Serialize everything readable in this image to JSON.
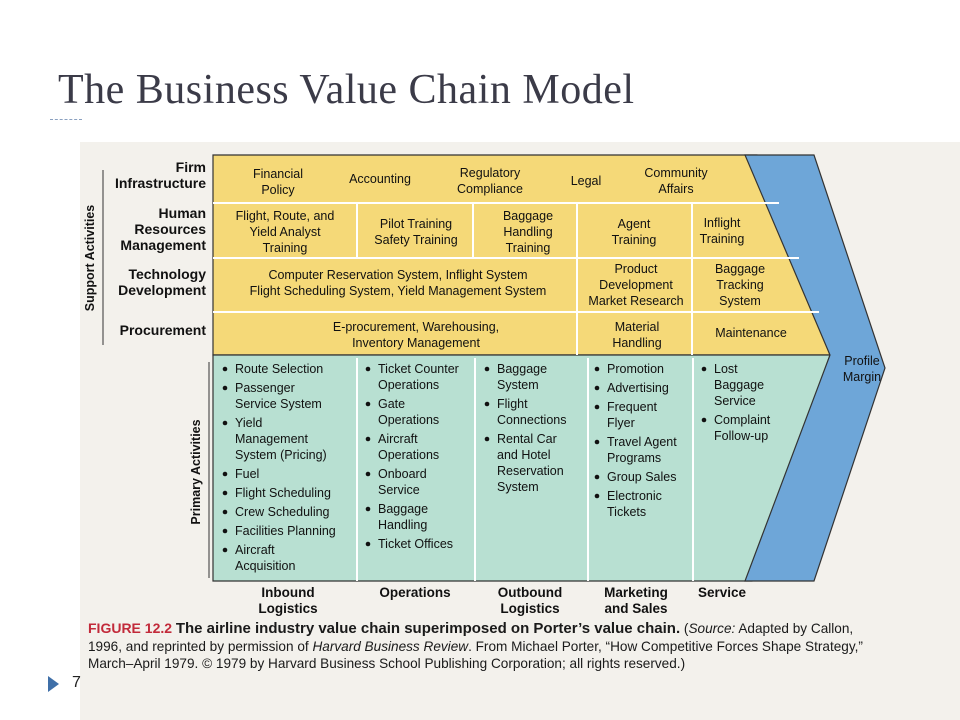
{
  "slide": {
    "title": "The Business Value Chain Model",
    "page_number": "7"
  },
  "colors": {
    "support_fill": "#f5d978",
    "primary_fill": "#b8e0d2",
    "margin_fill": "#6ea6d8",
    "caption_red": "#c22a3a"
  },
  "diagram": {
    "support_group_label": "Support Activities",
    "primary_group_label": "Primary Activities",
    "margin_label": [
      "Profile",
      "Margin"
    ],
    "support_rows": [
      {
        "label": [
          "Firm",
          "Infrastructure"
        ],
        "cells": [
          [
            "Financial",
            "Policy"
          ],
          [
            "Accounting"
          ],
          [
            "Regulatory",
            "Compliance"
          ],
          [
            "Legal"
          ],
          [
            "Community",
            "Affairs"
          ]
        ]
      },
      {
        "label": [
          "Human",
          "Resources",
          "Management"
        ],
        "cells": [
          [
            "Flight, Route, and",
            "Yield Analyst",
            "Training"
          ],
          [
            "Pilot Training",
            "Safety Training"
          ],
          [
            "Baggage",
            "Handling",
            "Training"
          ],
          [
            "Agent",
            "Training"
          ],
          [
            "Inflight",
            "Training"
          ]
        ]
      },
      {
        "label": [
          "Technology",
          "Development"
        ],
        "cells": [
          [
            "Computer Reservation System, Inflight System",
            "Flight Scheduling System, Yield Management System"
          ],
          [
            "Product",
            "Development",
            "Market Research"
          ],
          [
            "Baggage",
            "Tracking",
            "System"
          ]
        ]
      },
      {
        "label": [
          "Procurement"
        ],
        "cells": [
          [
            "E-procurement, Warehousing,",
            "Inventory Management"
          ],
          [
            "Material",
            "Handling"
          ],
          [
            "Maintenance"
          ]
        ]
      }
    ],
    "primary_columns": [
      {
        "heading": [
          "Inbound",
          "Logistics"
        ],
        "items": [
          [
            "Route Selection"
          ],
          [
            "Passenger",
            "Service System"
          ],
          [
            "Yield",
            "Management",
            "System (Pricing)"
          ],
          [
            "Fuel"
          ],
          [
            "Flight Scheduling"
          ],
          [
            "Crew Scheduling"
          ],
          [
            "Facilities Planning"
          ],
          [
            "Aircraft",
            "Acquisition"
          ]
        ]
      },
      {
        "heading": [
          "Operations"
        ],
        "items": [
          [
            "Ticket Counter",
            "Operations"
          ],
          [
            "Gate",
            "Operations"
          ],
          [
            "Aircraft",
            "Operations"
          ],
          [
            "Onboard",
            "Service"
          ],
          [
            "Baggage",
            "Handling"
          ],
          [
            "Ticket Offices"
          ]
        ]
      },
      {
        "heading": [
          "Outbound",
          "Logistics"
        ],
        "items": [
          [
            "Baggage",
            "System"
          ],
          [
            "Flight",
            "Connections"
          ],
          [
            "Rental Car",
            "and Hotel",
            "Reservation",
            "System"
          ]
        ]
      },
      {
        "heading": [
          "Marketing",
          "and Sales"
        ],
        "items": [
          [
            "Promotion"
          ],
          [
            "Advertising"
          ],
          [
            "Frequent",
            "Flyer"
          ],
          [
            "Travel Agent",
            "Programs"
          ],
          [
            "Group Sales"
          ],
          [
            "Electronic",
            "Tickets"
          ]
        ]
      },
      {
        "heading": [
          "Service"
        ],
        "items": [
          [
            "Lost",
            "Baggage",
            "Service"
          ],
          [
            "Complaint",
            "Follow-up"
          ]
        ]
      }
    ]
  },
  "caption": {
    "figure_label": "FIGURE 12.2",
    "text": "The airline industry value chain superimposed on Porter’s value chain.",
    "source_open": "(",
    "source_word": "Source:",
    "source_1": "Adapted by Callon, 1996, and reprinted by permission of",
    "journal": "Harvard Business Review",
    "source_2": ". From Michael Porter, “How Competitive Forces Shape Strategy,” March–April 1979. © 1979 by Harvard Business School Publishing Corporation; all rights reserved.)"
  }
}
